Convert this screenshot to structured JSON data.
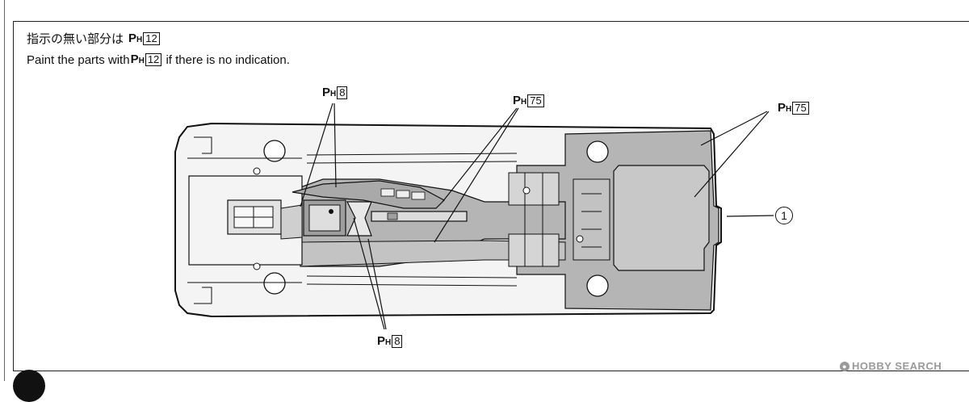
{
  "instructions": {
    "jp_text": "指示の無い部分は",
    "en_prefix": "Paint the parts with",
    "en_suffix": " if there is no indication.",
    "default_color": "12"
  },
  "paint_prefix": "P",
  "paint_sub": "H",
  "callouts": [
    {
      "color": "8"
    },
    {
      "color": "75"
    },
    {
      "color": "75"
    },
    {
      "color": "8"
    }
  ],
  "part_number": "1",
  "watermark": "HOBBY SEARCH",
  "colors": {
    "line": "#111111",
    "gray_fill": "#b5b5b5",
    "light_fill": "#d9d9d9"
  }
}
